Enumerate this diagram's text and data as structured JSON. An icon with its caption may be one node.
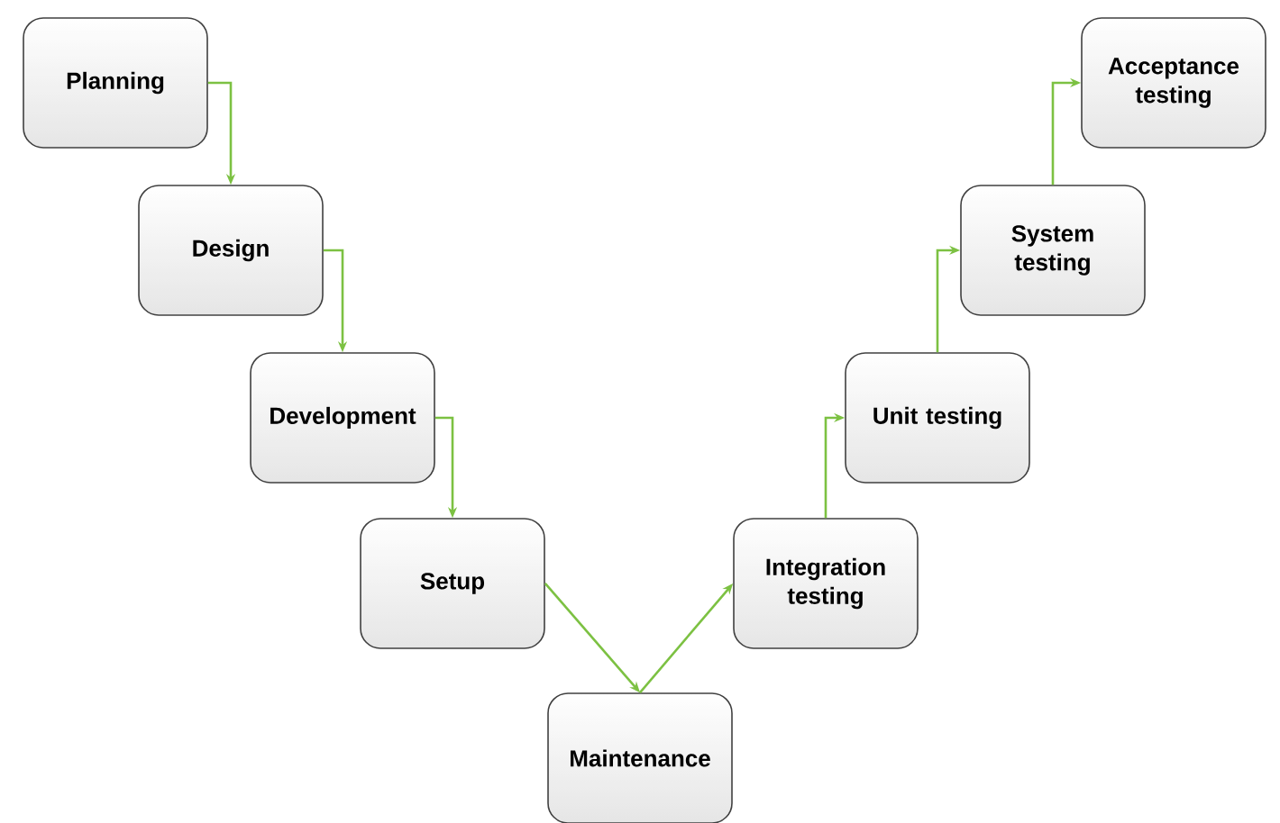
{
  "diagram": {
    "nodes": [
      {
        "text": [
          "Planning"
        ]
      },
      {
        "text": [
          "Design"
        ]
      },
      {
        "text": [
          "Development"
        ]
      },
      {
        "text": [
          "Setup"
        ]
      },
      {
        "text": [
          "Maintenance"
        ]
      },
      {
        "text": [
          "Integration testing"
        ]
      },
      {
        "text": [
          "Unit testing"
        ]
      },
      {
        "text": [
          "System testing"
        ]
      },
      {
        "text": [
          "Acceptance testing"
        ]
      }
    ],
    "edges": [
      {
        "from": 0,
        "to": 1,
        "arrow": "to"
      },
      {
        "from": 1,
        "to": 2,
        "arrow": "to"
      },
      {
        "from": 2,
        "to": 3,
        "arrow": "to"
      },
      {
        "from": 3,
        "to": 4,
        "arrow": "to"
      },
      {
        "from": 4,
        "to": 5,
        "arrow": "to"
      },
      {
        "from": 5,
        "to": 6,
        "arrow": "to"
      },
      {
        "from": 6,
        "to": 7,
        "arrow": "to"
      },
      {
        "from": 7,
        "to": 8,
        "arrow": "to"
      }
    ]
  }
}
